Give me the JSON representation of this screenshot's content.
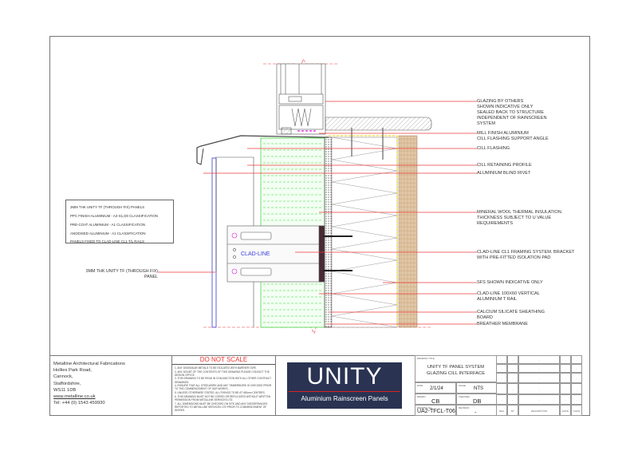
{
  "drawing": {
    "annotations": [
      "GLAZING BY OTHERS\nSHOWN INDICATIVE ONLY\nSEALED BACK TO STRUCTURE\nINDEPENDENT OF RAINSCREEN\nSYSTEM",
      "MILL FINISH ALUMINIUM\nCILL FLASHING SUPPORT ANGLE",
      "CILL FLASHING",
      "CILL RETAINING PROFILE",
      "ALUMINIUM BLIND RIVET",
      "MINERAL WOOL THERMAL INSULATION.\nTHICKNESS SUBJECT TO U VALUE\nREQUIREMENTS",
      "CLAD-LINE CL1 FRAMING SYSTEM. BRACKET\nWITH PRE-FITTED ISOLATION PAD",
      "SFS SHOWN INDICATIVE ONLY",
      "CLAD-LINE 100X60 VERTICAL\nALUMINIUM T RAIL",
      "CALCIUM SILICATE SHEATHING\nBOARD",
      "BREATHER MEMBRANE"
    ],
    "bracket_label": "CLAD-LINE",
    "spec_box": [
      "3MM THK UNITY TF (THROUGH FIX) PANELS",
      "PPC FINISH ALUMINIUM - A2-S1,D0 CLASSIFICATION",
      "PRE-COAT ALUMINIUM - A1 CLASSIFICATION",
      "ANODISED ALUMINIUM - A1 CLASSIFICATION",
      "PANELS FIXED TO CLAD-LINE CL1 T/L RAILS"
    ],
    "panel_label": "3MM THK UNITY TF (THROUGH FIX)\nPANEL",
    "colors": {
      "leader": "#ee3b3b",
      "panel": "#3b3bdd",
      "green": "#2fd22f",
      "brick": "#d9b48a",
      "logo_bg": "#2a3352"
    }
  },
  "title_block": {
    "address": [
      "Metalline Architectural Fabrications",
      "Hollies Park Road,",
      "Cannock,",
      "Staffordshire,",
      "WS11 1DB"
    ],
    "website": "www.metalline.co.uk",
    "tel": "Tel: +44 (0) 1543 459930",
    "do_not_scale": "DO NOT SCALE",
    "notes": [
      "1.  ANY DISSIMILAR METALS TO BE ISOLATED WITH BARRIER TAPE.",
      "2.  ANY DOUBT OF THE CONTENTS OF THIS DRAWING PLEASE CONTACT THE DESIGN OFFICE.",
      "3.  THIS DRAWING TO BE READ IN CONJUNCTION WITH ALL OTHER CONTRACT DRAWINGS.",
      "4.  ENSURE THAT ALL STEELWORK AND ANY TIMBERWORK IS CHECKED PRIOR TO THE COMMENCEMENT OF OUR WORKS.",
      "5.  UNLESS OTHERWISE STATED, ALL FIXINGS TO BE AT 450mm CENTRES.",
      "6.  THIS DRAWING MUST NOT BE COPIED OR REPLICATED WITHOUT WRITTEN PERMISSION FROM METALLINE SERVICES LTD.",
      "7.  ALL DIMENSIONS MUST BE CHECKED ON SITE AND ANY DISCREPANCIES REPORTED TO METALLINE SERVICES LTD PRIOR TO COMMENCEMENT OF WORKS."
    ],
    "logo": {
      "title": "UNITY",
      "subtitle": "Aluminium Rainscreen Panels"
    },
    "drawing_title_caption": "DRAWING TITLE",
    "drawing_title": "UNITY TF PANEL SYSTEM\nGLAZING CILL INTERFACE",
    "date_caption": "DATE",
    "date": "2/1/24",
    "scale_caption": "SCALE",
    "scale": "NTS",
    "drawn_caption": "DRAWN",
    "drawn": "CB",
    "checked_caption": "CHECKED",
    "checked": "DB",
    "drawing_no_caption": "DRAWING No.",
    "drawing_no": "UA2-TFCL-T06",
    "revision_caption": "REVISION",
    "revision": "-",
    "revision_headers": [
      "REV",
      "BY",
      "DESCRIPTION",
      "DATE",
      "CHKD"
    ],
    "revision_rows": [
      [
        "-",
        "-",
        "-",
        "-",
        "-"
      ],
      [
        "-",
        "-",
        "-",
        "-",
        "-"
      ],
      [
        "-",
        "-",
        "-",
        "-",
        "-"
      ],
      [
        "-",
        "-",
        "-",
        "-",
        "-"
      ],
      [
        "-",
        "-",
        "-",
        "-",
        "-"
      ]
    ]
  }
}
